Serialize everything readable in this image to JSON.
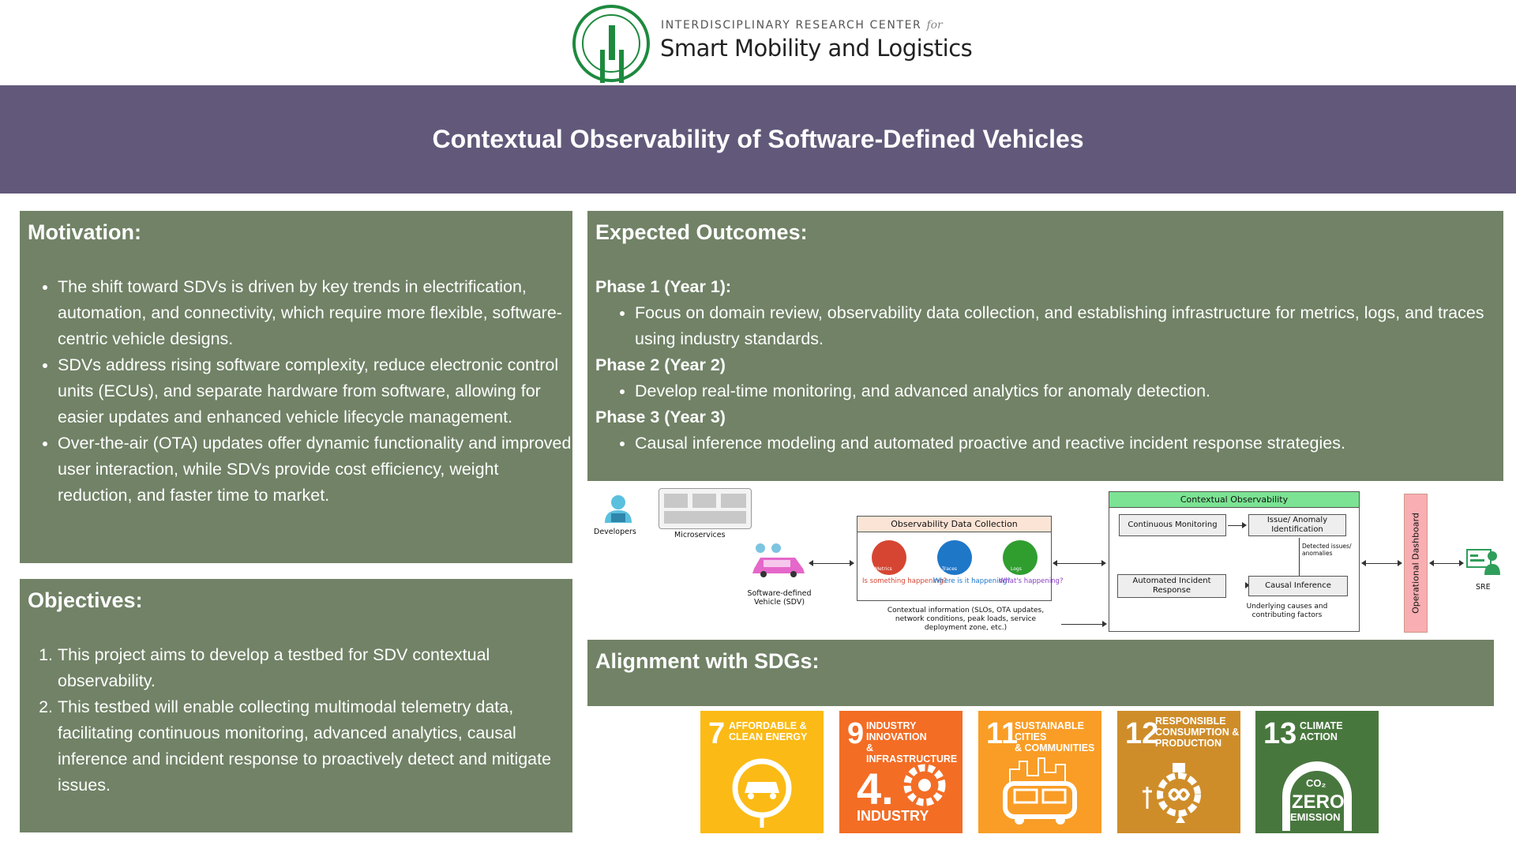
{
  "header": {
    "center_subtitle": "INTERDISCIPLINARY RESEARCH CENTER",
    "center_subtitle_for": "for",
    "center_name": "Smart Mobility and Logistics",
    "title": "Contextual Observability of Software-Defined Vehicles"
  },
  "motivation": {
    "heading": "Motivation:",
    "bullets": [
      "The shift toward SDVs is driven by key trends in electrification, automation, and connectivity, which require more flexible, software-centric vehicle designs.",
      "SDVs address rising software complexity, reduce electronic control units (ECUs), and separate hardware from software, allowing for easier updates and enhanced vehicle lifecycle management.",
      "Over-the-air (OTA) updates offer dynamic functionality and improved user interaction, while SDVs provide cost efficiency, weight reduction, and faster time to market."
    ]
  },
  "objectives": {
    "heading": "Objectives:",
    "items": [
      "This project aims to develop a testbed for SDV contextual observability.",
      "This testbed will enable collecting multimodal telemetry data, facilitating continuous monitoring, advanced analytics, causal inference and incident response to proactively detect and mitigate issues."
    ]
  },
  "outcomes": {
    "heading": "Expected Outcomes:",
    "phases": [
      {
        "title": "Phase 1 (Year 1):",
        "bullet": "Focus on domain review, observability data collection, and establishing infrastructure for metrics, logs, and traces using industry standards."
      },
      {
        "title": "Phase 2 (Year 2)",
        "bullet": "Develop real-time monitoring, and advanced analytics for anomaly detection."
      },
      {
        "title": "Phase 3 (Year 3)",
        "bullet": "Causal inference modeling and automated proactive and reactive incident response strategies."
      }
    ]
  },
  "diagram": {
    "developers": "Developers",
    "microservices": "Microservices",
    "sdv": "Software-defined Vehicle (SDV)",
    "odc_title": "Observability Data Collection",
    "metrics_q": "Is something happening?",
    "traces_q": "Where is it happening?",
    "logs_q": "What's happening?",
    "metrics_tag": "Metrics",
    "traces_tag": "Traces",
    "logs_tag": "Logs",
    "context_info": "Contextual information (SLOs, OTA updates, network conditions, peak loads, service deployment zone, etc.)",
    "co_title": "Contextual Observability",
    "continuous_monitoring": "Continuous Monitoring",
    "issue_identification": "Issue/ Anomaly Identification",
    "detected_issues": "Detected issues/ anomalies",
    "automated_incident": "Automated Incident Response",
    "causal_inference": "Causal Inference",
    "underlying_causes": "Underlying causes and contributing factors",
    "dashboard": "Operational Dashboard",
    "sre": "SRE"
  },
  "sdg": {
    "heading": "Alignment with SDGs:",
    "goals": [
      {
        "num": "7",
        "label": "AFFORDABLE &\nCLEAN ENERGY",
        "color": "#fbba15"
      },
      {
        "num": "9",
        "label": "INDUSTRY INNOVATION\n& INFRASTRUCTURE",
        "sub": "INDUSTRY",
        "color": "#f36d25"
      },
      {
        "num": "11",
        "label": "SUSTAINABLE CITIES\n& COMMUNITIES",
        "color": "#f99d26"
      },
      {
        "num": "12",
        "label": "RESPONSIBLE\nCONSUMPTION &\nPRODUCTION",
        "color": "#cf8d2a"
      },
      {
        "num": "13",
        "label": "CLIMATE\nACTION",
        "sub": "ZERO",
        "sub2": "EMISSION",
        "color": "#48773e"
      }
    ]
  }
}
